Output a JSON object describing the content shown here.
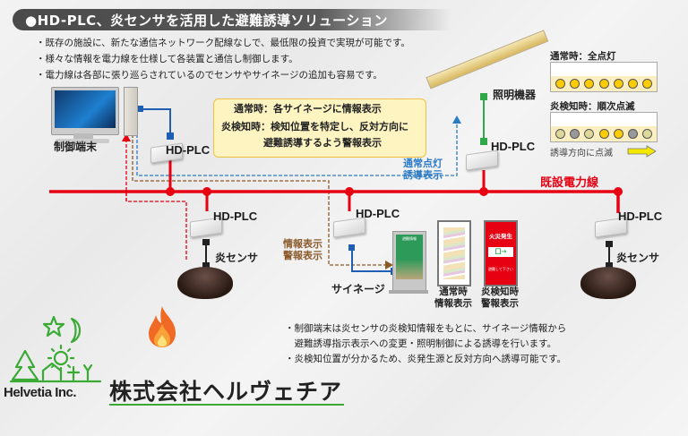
{
  "header": {
    "title": "●HD-PLC、炎センサを活用した避難誘導ソリューション",
    "bullets": [
      "・既存の施設に、新たな通信ネットワーク配線なしで、最低限の投資で実現が可能です。",
      "・様々な情報を電力線を仕様して各装置と通信し制御します。",
      "・電力線は各部に張り巡らされているのでセンサやサイネージの追加も容易です。"
    ]
  },
  "diagram": {
    "control_terminal_label": "制御端末",
    "hdplc_label": "HD-PLC",
    "power_line_label": "既設電力線",
    "lighting_label": "照明機器",
    "flame_sensor_label": "炎センサ",
    "signage_label": "サイネージ",
    "info_box": {
      "line1": "通常時：各サイネージに情報表示",
      "line2": "炎検知時：検知位置を特定し、反対方向に",
      "line3": "避難誘導するよう警報表示"
    },
    "lighting_signal_label": [
      "通常点灯",
      "誘導表示"
    ],
    "signage_signal_label": [
      "情報表示",
      "警報表示"
    ],
    "sign_normal": {
      "caption": [
        "通常時",
        "情報表示"
      ]
    },
    "sign_fire": {
      "header": "火災発生",
      "exit_text": "囗→",
      "footer": "避難して下さい",
      "caption": [
        "炎検知時",
        "警報表示"
      ]
    },
    "signage_screen_title": "避難情報"
  },
  "legend": {
    "normal_title": "通常時：全点灯",
    "normal_leds": [
      "on",
      "on",
      "on",
      "on",
      "on",
      "on",
      "on"
    ],
    "fire_title": "炎検知時：順次点滅",
    "fire_leds": [
      "dim",
      "off",
      "dim",
      "on",
      "on",
      "off",
      "dim"
    ],
    "direction_label": "誘導方向に点滅",
    "colors": {
      "on": "#ffcc00",
      "dim": "#ddd89a",
      "off": "#999999"
    }
  },
  "footer": {
    "bullets": [
      "・制御端末は炎センサの炎検知情報をもとに、サイネージ情報から",
      "　避難誘導指示表示への変更・照明制御による誘導を行います。",
      "・炎検知位置が分かるため、炎発生源と反対方向へ誘導可能です。"
    ]
  },
  "company": {
    "name_en": "Helvetia Inc.",
    "name_jp": "株式会社ヘルヴェチア"
  },
  "colors": {
    "power_line": "#e60012",
    "blue_link": "#1e5fb4",
    "green_link": "#2fa84a",
    "brown_link": "#8a5a2a",
    "logo_green": "#3aaa35"
  }
}
